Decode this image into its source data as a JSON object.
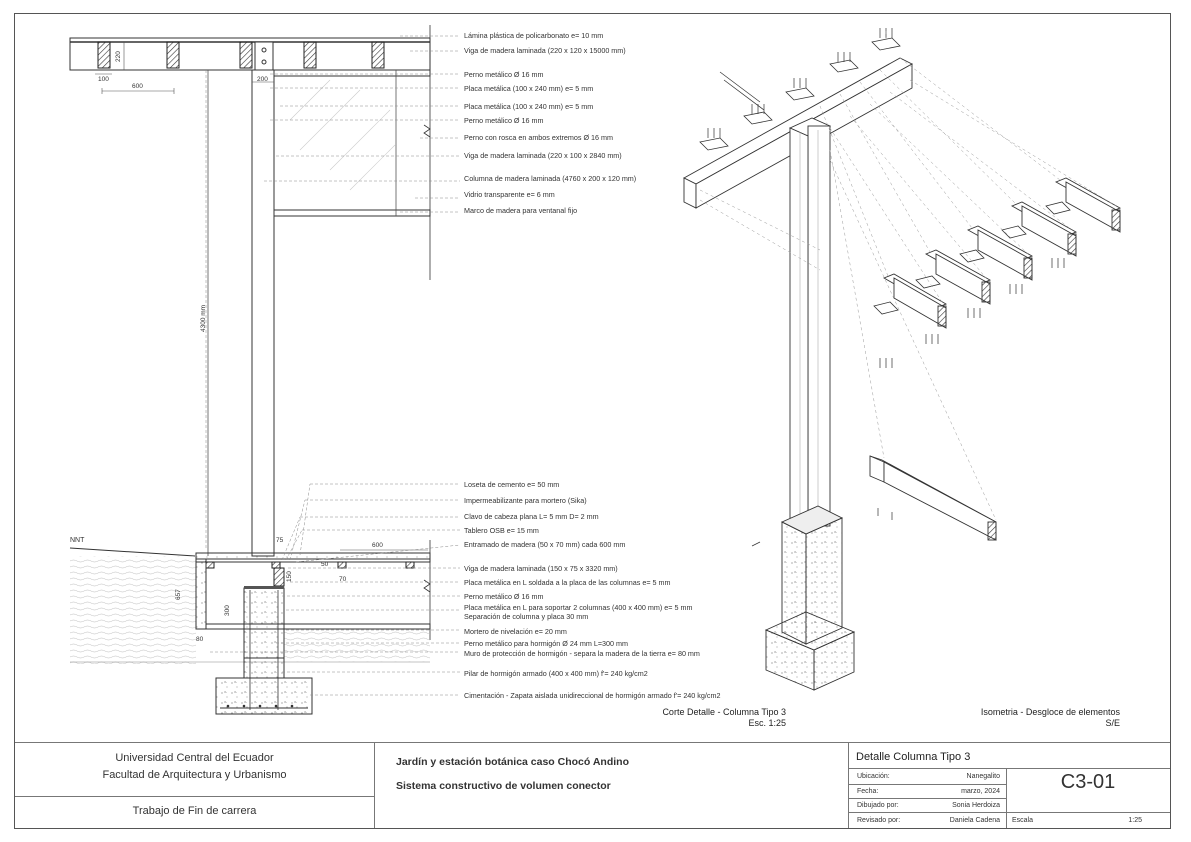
{
  "labels": [
    "Lámina plástica de policarbonato  e= 10 mm",
    "Viga de madera laminada (220 x 120 x 15000 mm)",
    "Perno metálico  Ø 16 mm",
    "Placa metálica (100 x 240 mm)  e= 5 mm",
    "Placa metálica (100 x 240 mm)  e= 5 mm",
    "Perno metálico  Ø 16 mm",
    "Perno con rosca en ambos extremos  Ø 16 mm",
    "Viga de madera laminada (220 x 100 x 2840 mm)",
    "Columna de madera laminada (4760 x 200 x 120 mm)",
    "Vidrio transparente  e= 6 mm",
    "Marco de madera para ventanal fijo",
    "Loseta de cemento  e= 50 mm",
    "Impermeabilizante para mortero (Sika)",
    "Clavo de cabeza plana  L= 5 mm D= 2 mm",
    "Tablero OSB  e= 15 mm",
    "Entramado de madera (50 x 70 mm) cada 600 mm",
    "Viga de madera laminada (150 x 75 x 3320 mm)",
    "Placa metálica en L soldada a la placa de las columnas  e= 5 mm",
    "Perno metálico  Ø 16 mm",
    "Placa metálica en L para soportar 2 columnas (400 x 400 mm)  e= 5 mm",
    "Separación de columna y placa 30 mm",
    "Mortero de nivelación  e= 20 mm",
    "Perno metálico para hormigón  Ø 24 mm L=300 mm",
    "Muro de protección de hormigón - separa la madera de la tierra  e= 80 mm",
    "Pilar de hormigón armado (400 x 400 mm)  f'= 240 kg/cm2",
    "Cimentación - Zapata aislada unidireccional de hormigón armado  f'= 240 kg/cm2"
  ],
  "dims": {
    "d220": "220",
    "d100": "100",
    "d600a": "600",
    "d200": "200",
    "d4300": "4300 mm",
    "d75": "75",
    "d600b": "600",
    "d50": "50",
    "d70": "70",
    "d150": "150",
    "d657": "657",
    "d300": "300",
    "d80": "80",
    "nnt": "NNT"
  },
  "captions": {
    "section_title": "Corte Detalle - Columna Tipo 3",
    "section_scale": "Esc. 1:25",
    "iso_title": "Isometria - Desgloce de elementos",
    "iso_scale": "S/E"
  },
  "titleblock": {
    "university": "Universidad Central del Ecuador",
    "faculty": "Facultad de Arquitectura y Urbanismo",
    "work": "Trabajo de Fin de carrera",
    "project": "Jardín y estación botánica caso Chocó Andino",
    "subtitle": "Sistema constructivo de volumen conector",
    "detail": "Detalle Columna Tipo 3",
    "ubicacion_k": "Ubicación:",
    "ubicacion_v": "Nanegalito",
    "fecha_k": "Fecha:",
    "fecha_v": "marzo, 2024",
    "dibujado_k": "Dibujado por:",
    "dibujado_v": "Sonia Herdoiza",
    "revisado_k": "Revisado por:",
    "revisado_v": "Daniela Cadena",
    "escala_k": "Escala",
    "escala_v": "1:25",
    "code": "C3-01"
  }
}
